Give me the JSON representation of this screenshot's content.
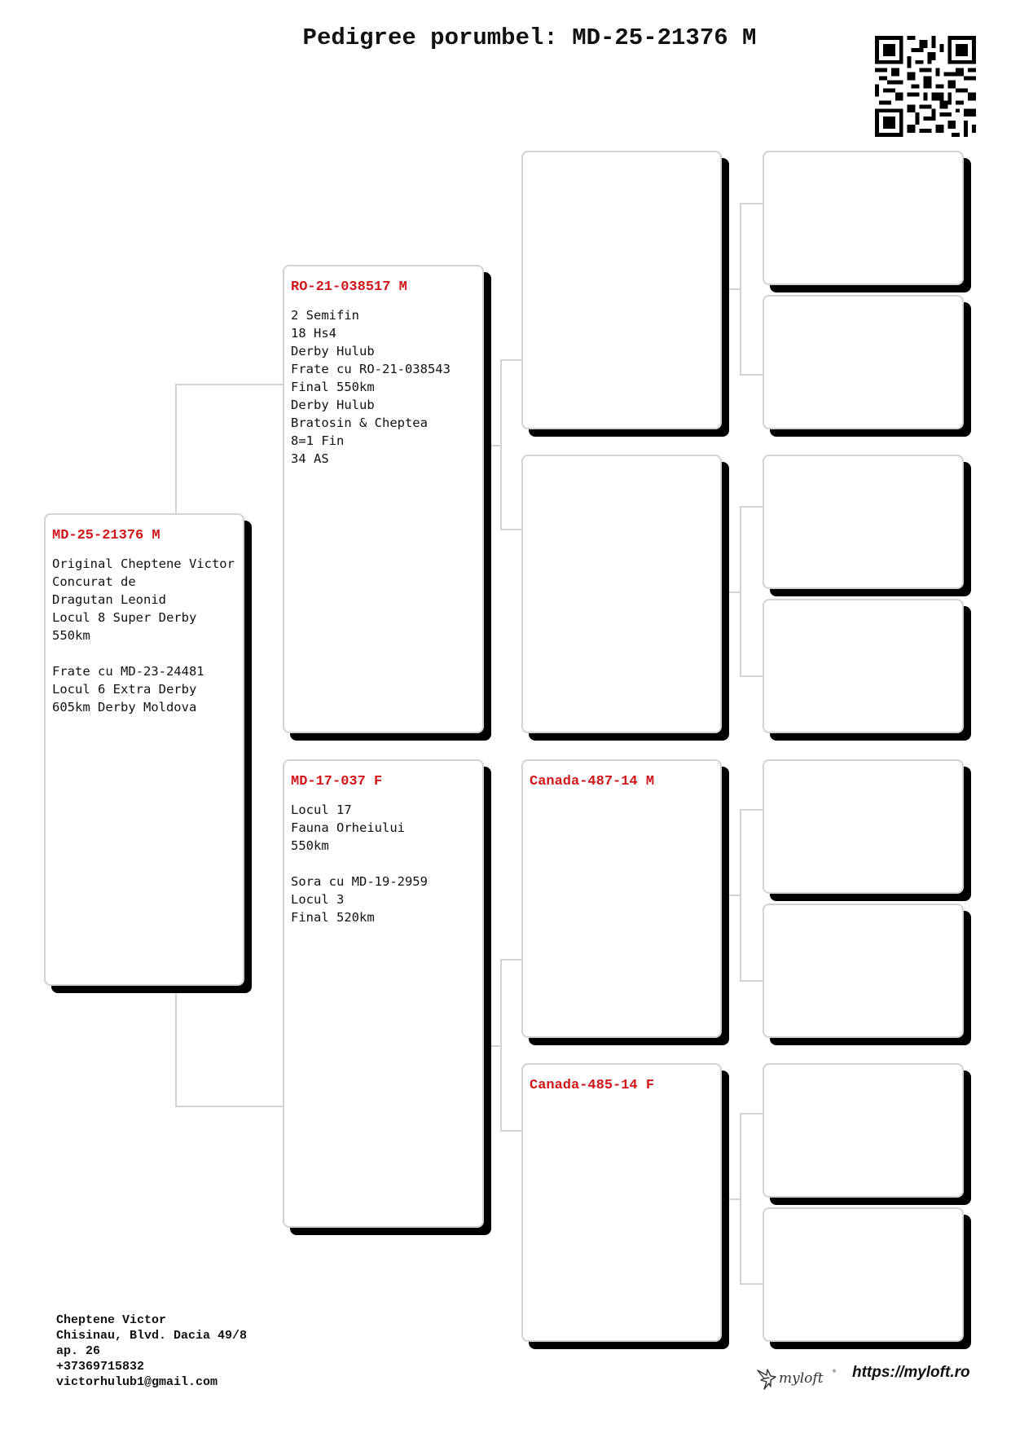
{
  "header": {
    "title": "Pedigree porumbel: MD-25-21376 M"
  },
  "subject": {
    "ring": "MD-25-21376 M",
    "info": "Original Cheptene Victor\nConcurat de\nDragutan Leonid\nLocul 8 Super Derby\n550km\n\nFrate cu MD-23-24481\nLocul 6 Extra Derby\n605km Derby Moldova"
  },
  "sire": {
    "ring": "RO-21-038517 M",
    "info": "2 Semifin\n18 Hs4\nDerby Hulub\nFrate cu RO-21-038543\nFinal 550km\nDerby Hulub\nBratosin & Cheptea\n8=1 Fin\n34 AS"
  },
  "dam": {
    "ring": "MD-17-037 F",
    "info": "Locul 17\nFauna Orheiului\n550km\n\nSora cu MD-19-2959\nLocul 3\nFinal 520km"
  },
  "grandparents": [
    {
      "ring": "",
      "info": ""
    },
    {
      "ring": "",
      "info": ""
    },
    {
      "ring": "Canada-487-14 M",
      "info": ""
    },
    {
      "ring": "Canada-485-14 F",
      "info": ""
    }
  ],
  "owner": {
    "name": "Cheptene Victor",
    "address1": "Chisinau, Blvd. Dacia 49/8",
    "address2": "ap. 26",
    "phone": "+37369715832",
    "email": "victorhulub1@gmail.com"
  },
  "branding": {
    "logo": "myloft",
    "website": "https://myloft.ro"
  },
  "icons": {
    "qr": "qr-code-icon",
    "logo": "myloft-bird-logo"
  },
  "colors": {
    "ring_text": "#d0161b",
    "card_border": "#d2d2d2",
    "card_shadow": "#000000",
    "connector": "#d2d2d2"
  }
}
